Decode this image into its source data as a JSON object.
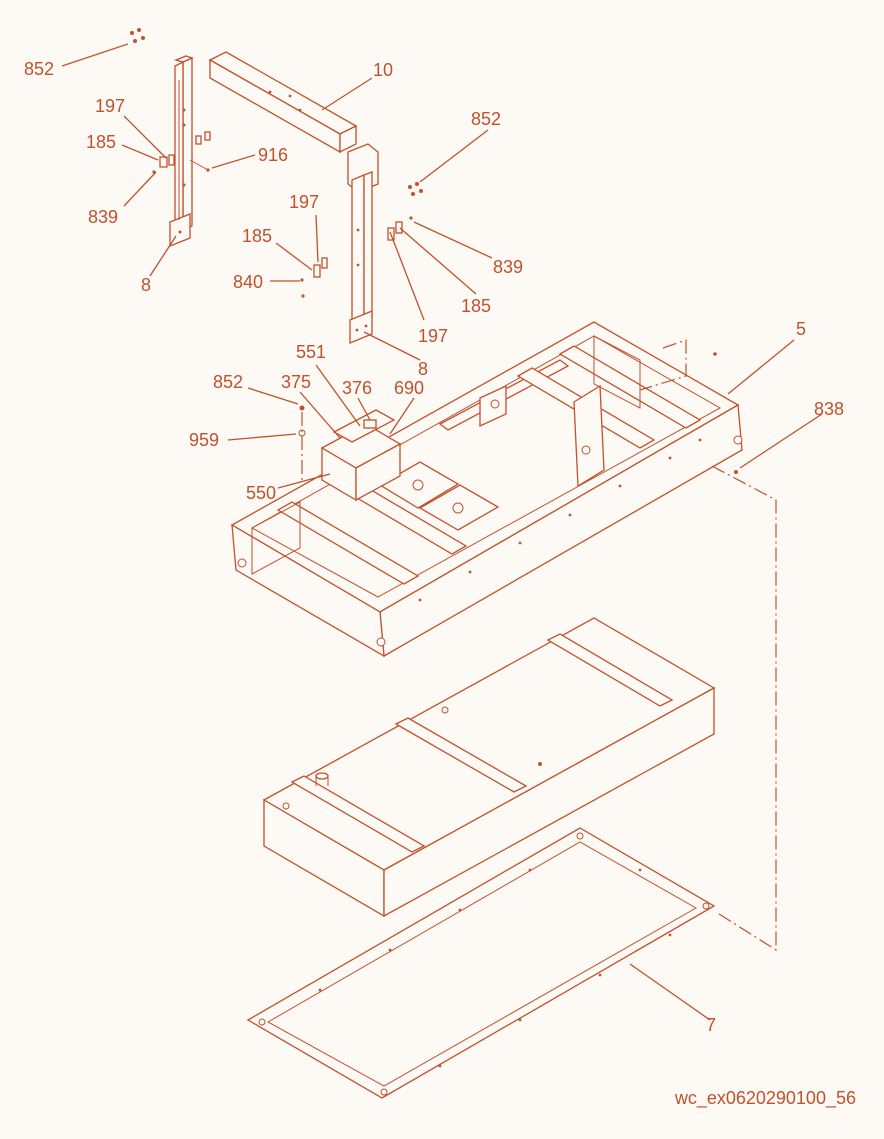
{
  "diagram": {
    "labels": [
      {
        "id": "852-top-left",
        "text": "852"
      },
      {
        "id": "10",
        "text": "10"
      },
      {
        "id": "197-left",
        "text": "197"
      },
      {
        "id": "185-left",
        "text": "185"
      },
      {
        "id": "916",
        "text": "916"
      },
      {
        "id": "839-left",
        "text": "839"
      },
      {
        "id": "8-left",
        "text": "8"
      },
      {
        "id": "852-right",
        "text": "852"
      },
      {
        "id": "197-mid",
        "text": "197"
      },
      {
        "id": "185-mid",
        "text": "185"
      },
      {
        "id": "840",
        "text": "840"
      },
      {
        "id": "839-right",
        "text": "839"
      },
      {
        "id": "185-right",
        "text": "185"
      },
      {
        "id": "197-right",
        "text": "197"
      },
      {
        "id": "8-right",
        "text": "8"
      },
      {
        "id": "5",
        "text": "5"
      },
      {
        "id": "551",
        "text": "551"
      },
      {
        "id": "852-mid",
        "text": "852"
      },
      {
        "id": "375",
        "text": "375"
      },
      {
        "id": "376",
        "text": "376"
      },
      {
        "id": "690",
        "text": "690"
      },
      {
        "id": "838",
        "text": "838"
      },
      {
        "id": "959",
        "text": "959"
      },
      {
        "id": "550",
        "text": "550"
      },
      {
        "id": "7",
        "text": "7"
      }
    ],
    "drawing_code": "wc_ex0620290100_56",
    "accent_color": "#c0522d"
  }
}
